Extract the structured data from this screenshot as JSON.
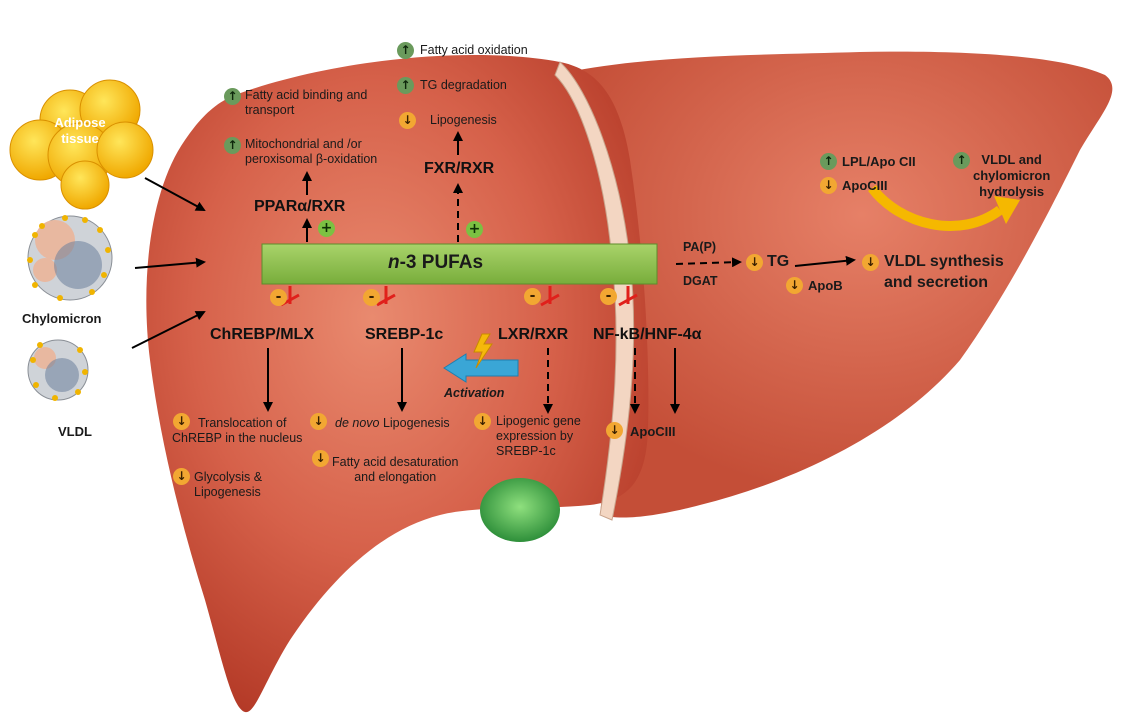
{
  "central": {
    "italic": "n",
    "text": "-3 PUFAs"
  },
  "inputs": {
    "adipose": "Adipose\ntissue",
    "chylomicron": "Chylomicron",
    "vldl": "VLDL"
  },
  "receptors": {
    "ppar": "PPARα/RXR",
    "fxr": "FXR/RXR",
    "chrebp": "ChREBP/MLX",
    "srebp": "SREBP-1c",
    "lxr": "LXR/RXR",
    "nfkb": "NF-kB/HNF-4α"
  },
  "ppar_effects": [
    "Fatty acid binding and\ntransport",
    "Mitochondrial and /or\nperoxisomal β-oxidation"
  ],
  "fxr_effects": [
    "Fatty acid oxidation",
    "TG degradation",
    "Lipogenesis"
  ],
  "chrebp_effects": [
    "Translocation of\nChREBP in the nucleus",
    "Glycolysis &\nLipogenesis"
  ],
  "srebp_effects": {
    "italic": "de novo",
    "rest": " Lipogenesis",
    "second": "Fatty acid desaturation\nand elongation"
  },
  "lxr_effect": "Lipogenic gene\nexpression by\nSREBP-1c",
  "nfkb_effect": "ApoCIII",
  "activation": "Activation",
  "right": {
    "pap": "PA(P)",
    "dgat": "DGAT",
    "tg": "TG",
    "apob": "ApoB",
    "vldl_synth": "VLDL synthesis\nand secretion",
    "lpl": "LPL/Apo CII",
    "apociii": "ApoCIII",
    "hydrolysis": "VLDL and\nchylomicron\nhydrolysis"
  },
  "signs": {
    "up": "↑",
    "down": "↓",
    "plus": "+",
    "minus": "-"
  },
  "colors": {
    "liver": "#cd5138",
    "liver_light": "#e9826b",
    "bar": "#8cc04f",
    "up_badge": "#6a9a5c",
    "down_badge": "#f2a732",
    "inhibit": "#e0201b",
    "gallbladder": "#3faa45",
    "activation_arrow": "#3aa6d6"
  }
}
